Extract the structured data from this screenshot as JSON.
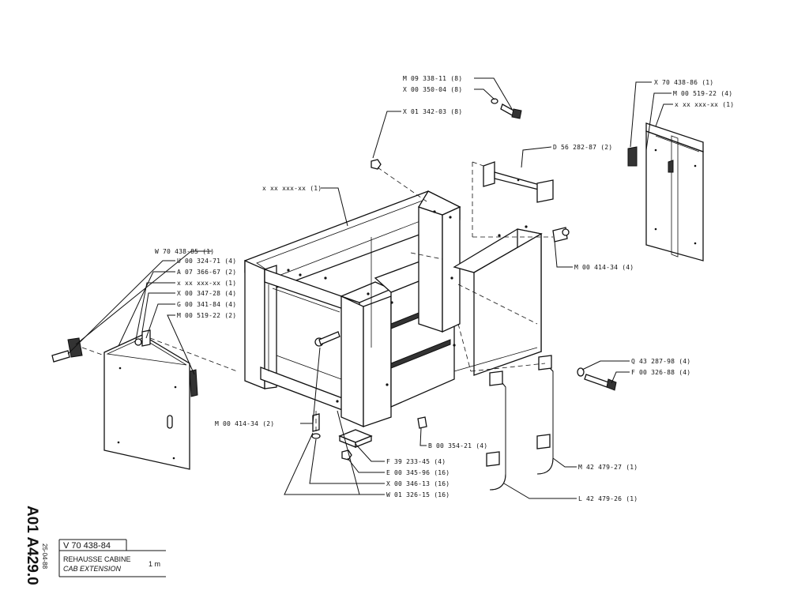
{
  "drawing": {
    "code": "A01 A429.0",
    "date": "25-04-88",
    "part_number": "V 70 438-84",
    "title_fr": "REHAUSSE CABINE",
    "title_en": "CAB EXTENSION",
    "quantity": "1 m"
  },
  "labels": {
    "m09_338_11": "M 09 338-11 (8)",
    "x00_350_04": "X 00 350-04 (8)",
    "x01_342_03": "X 01 342-03 (8)",
    "d56_282_87": "D 56 282-87 (2)",
    "xx_top": "x xx xxx-xx (1)",
    "x70_438_86": "X 70 438-86 (1)",
    "m00_519_22_4": "M 00 519-22 (4)",
    "xx_right": "x xx xxx-xx (1)",
    "m00_414_34_4": "M 00 414-34 (4)",
    "w70_438_85": "W 70 438-85 (1)",
    "u00_324_71": "U 00 324-71 (4)",
    "a07_366_67": "A 07 366-67 (2)",
    "xx_left": "x xx xxx-xx (1)",
    "x00_347_28": "X 00 347-28 (4)",
    "g00_341_84": "G 00 341-84 (4)",
    "m00_519_22_2": "M 00 519-22 (2)",
    "q43_287_98": "Q 43 287-98 (4)",
    "f00_326_88": "F 00 326-88 (4)",
    "m00_414_34_2": "M 00 414-34 (2)",
    "b00_354_21": "B 00 354-21 (4)",
    "f39_233_45": "F 39 233-45 (4)",
    "e00_345_96": "E 00 345-96 (16)",
    "x00_346_13": "X 00 346-13 (16)",
    "w01_326_15": "W 01 326-15 (16)",
    "m42_479_27": "M 42 479-27 (1)",
    "l42_479_26": "L 42 479-26 (1)"
  }
}
